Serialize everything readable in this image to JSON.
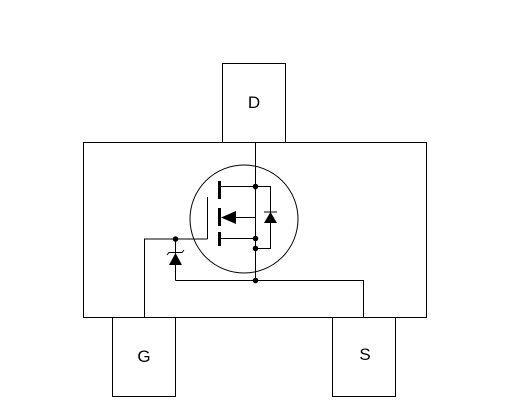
{
  "pins": {
    "drain": "D",
    "gate": "G",
    "source": "S"
  },
  "colors": {
    "stroke": "#000000",
    "background": "#ffffff"
  }
}
